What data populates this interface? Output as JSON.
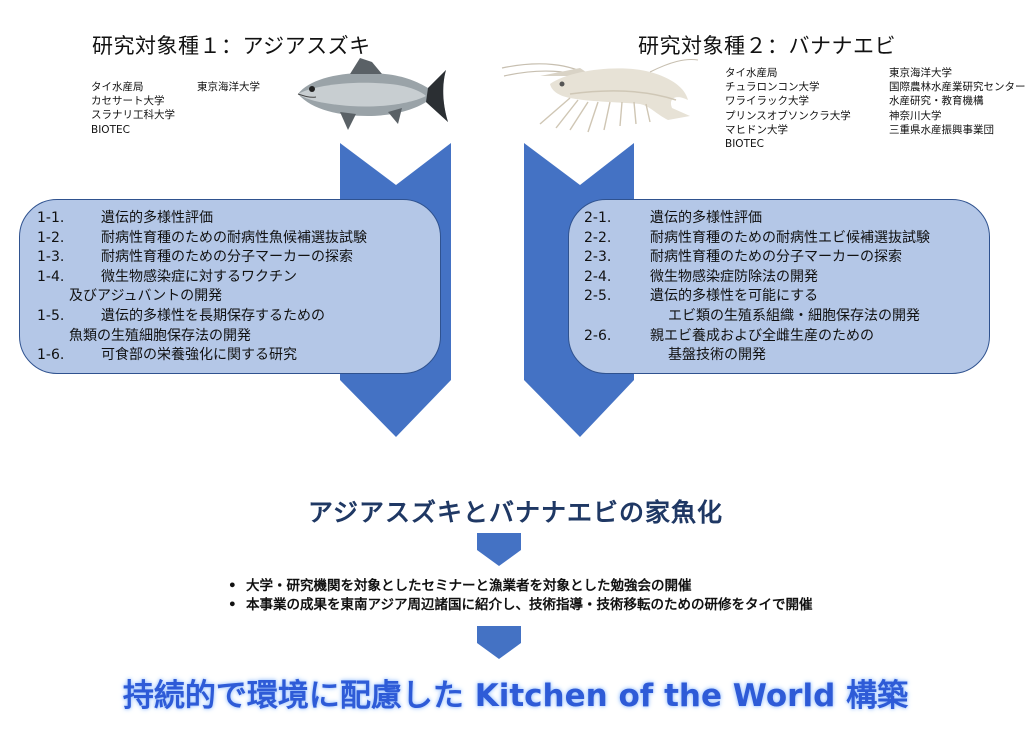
{
  "species1": {
    "title": "研究対象種１：アジアスズキ",
    "institutions_left": [
      "タイ水産局",
      "カセサート大学",
      "スラナリ工科大学",
      "BIOTEC"
    ],
    "institutions_right": [
      "東京海洋大学"
    ],
    "items": [
      {
        "num": "1-1.",
        "text": "遺伝的多様性評価"
      },
      {
        "num": "1-2.",
        "text": "耐病性育種のための耐病性魚候補選抜試験"
      },
      {
        "num": "1-3.",
        "text": "耐病性育種のための分子マーカーの探索"
      },
      {
        "num": "1-4.",
        "text": "微生物感染症に対するワクチン"
      },
      {
        "num": "",
        "text": "及びアジュバントの開発"
      },
      {
        "num": "1-5.",
        "text": "遺伝的多様性を長期保存するための"
      },
      {
        "num": "",
        "text": "魚類の生殖細胞保存法の開発"
      },
      {
        "num": "1-6.",
        "text": "可食部の栄養強化に関する研究"
      }
    ]
  },
  "species2": {
    "title": "研究対象種２：バナナエビ",
    "institutions_left": [
      "タイ水産局",
      "チュラロンコン大学",
      "ワライラック大学",
      "プリンスオブソンクラ大学",
      "マヒドン大学",
      "BIOTEC"
    ],
    "institutions_right": [
      "東京海洋大学",
      "国際農林水産業研究センター",
      "水産研究・教育機構",
      "神奈川大学",
      "三重県水産振興事業団"
    ],
    "items": [
      {
        "num": "2-1.",
        "text": "遺伝的多様性評価"
      },
      {
        "num": "2-2.",
        "text": "耐病性育種のための耐病性エビ候補選抜試験"
      },
      {
        "num": "2-3.",
        "text": "耐病性育種のための分子マーカーの探索"
      },
      {
        "num": "2-4.",
        "text": "微生物感染症防除法の開発"
      },
      {
        "num": "2-5.",
        "text": "遺伝的多様性を可能にする"
      },
      {
        "num": "",
        "text": "エビ類の生殖系組織・細胞保存法の開発"
      },
      {
        "num": "2-6.",
        "text": "親エビ養成および全雌生産のための"
      },
      {
        "num": "",
        "text": "基盤技術の開発"
      }
    ]
  },
  "center_title": "アジアスズキとバナナエビの家魚化",
  "bullets": [
    "大学・研究機関を対象としたセミナーと漁業者を対象とした勉強会の開催",
    "本事業の成果を東南アジア周辺諸国に紹介し、技術指導・技術移転のための研修をタイで開催"
  ],
  "goal": "持続的で環境に配慮した Kitchen of the World 構築",
  "colors": {
    "arrow": "#4472c4",
    "panel": "#b4c7e7",
    "panel_border": "#2f528f",
    "title": "#1f3864",
    "goal": "#2e5bd7"
  },
  "icons": {
    "fish": "barramundi-fish-illustration",
    "shrimp": "banana-shrimp-illustration"
  }
}
